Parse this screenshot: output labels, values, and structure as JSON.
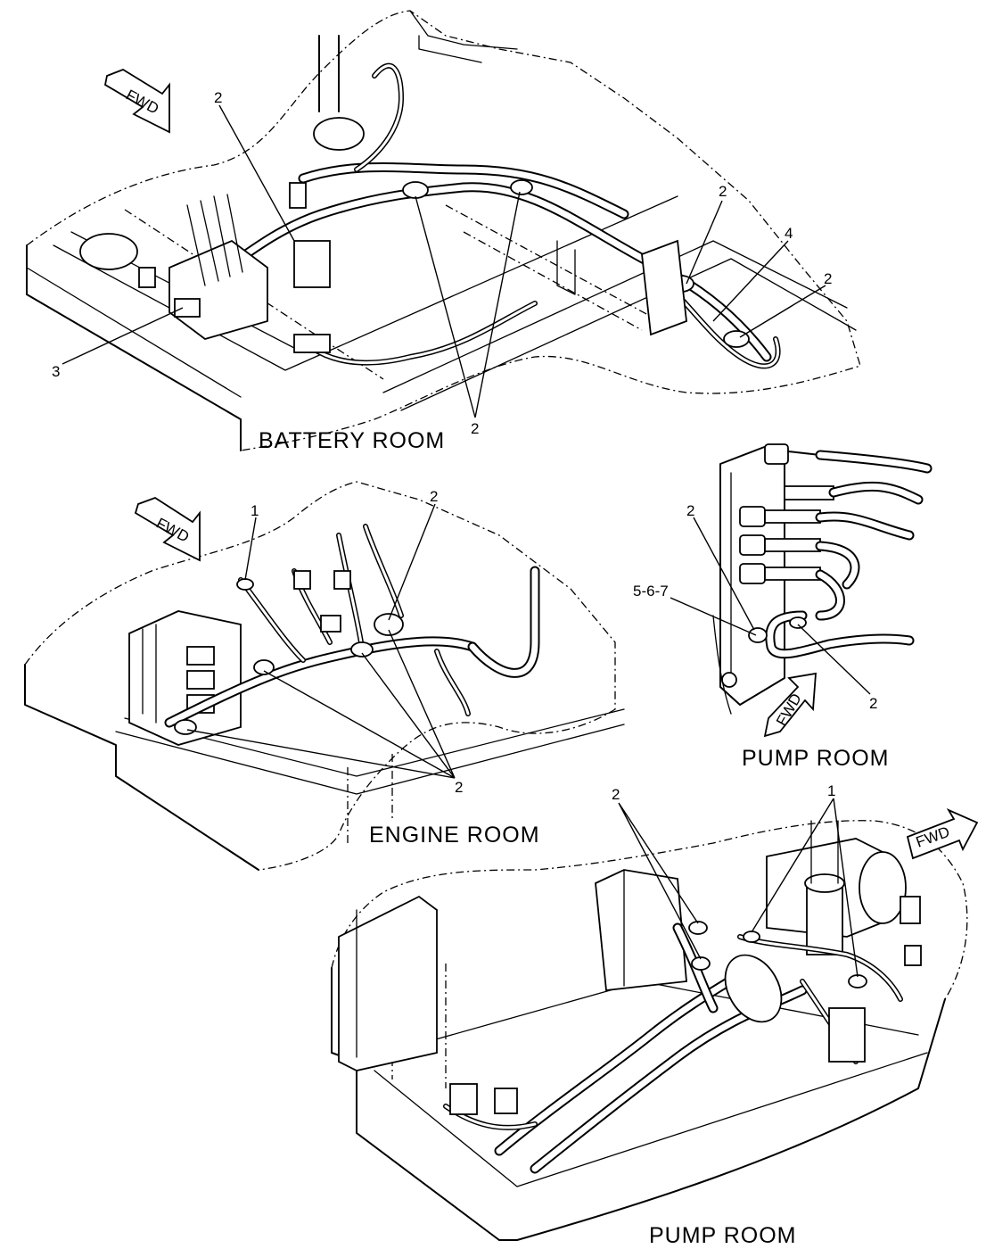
{
  "views": [
    {
      "id": "battery-room",
      "caption": "BATTERY ROOM",
      "fwd": "FWD",
      "callouts": [
        "2",
        "2",
        "4",
        "2",
        "3",
        "2"
      ]
    },
    {
      "id": "engine-room",
      "caption": "ENGINE ROOM",
      "fwd": "FWD",
      "callouts": [
        "1",
        "2",
        "2"
      ]
    },
    {
      "id": "pump-room-detail",
      "caption": "PUMP ROOM",
      "fwd": "FWD",
      "callouts": [
        "2",
        "5-6-7",
        "2"
      ]
    },
    {
      "id": "pump-room",
      "caption": "PUMP ROOM",
      "fwd": "FWD",
      "callouts": [
        "2",
        "1"
      ]
    }
  ]
}
